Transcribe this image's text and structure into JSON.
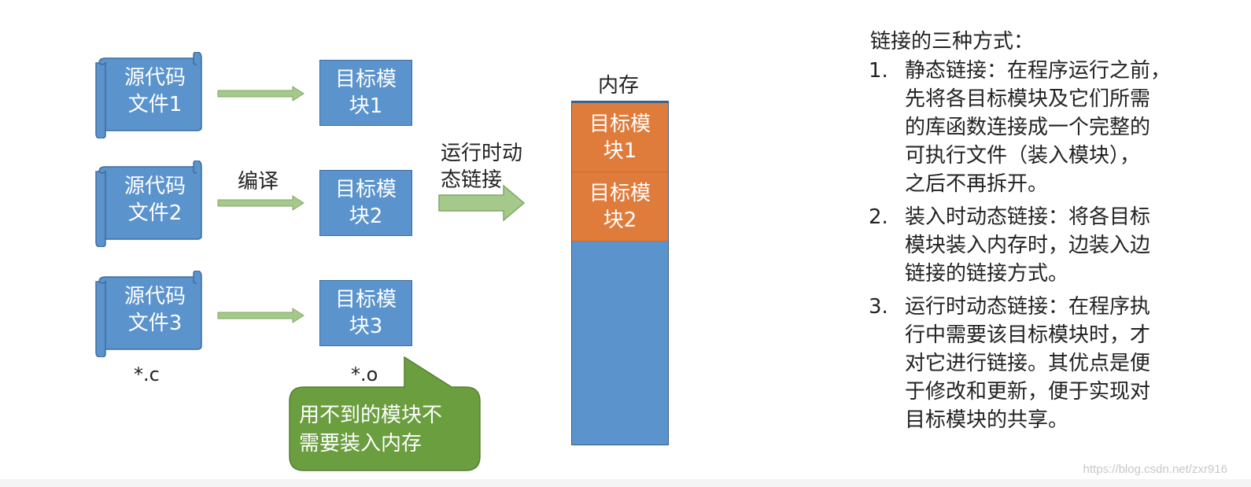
{
  "source_files": [
    {
      "line1": "源代码",
      "line2": "文件1"
    },
    {
      "line1": "源代码",
      "line2": "文件2"
    },
    {
      "line1": "源代码",
      "line2": "文件3"
    }
  ],
  "object_modules": [
    {
      "line1": "目标模",
      "line2": "块1"
    },
    {
      "line1": "目标模",
      "line2": "块2"
    },
    {
      "line1": "目标模",
      "line2": "块3"
    }
  ],
  "compile_label": "编译",
  "source_ext": "*.c",
  "object_ext": "*.o",
  "runtime_label": {
    "line1": "运行时动",
    "line2": "态链接"
  },
  "memory": {
    "title": "内存",
    "segments": [
      {
        "line1": "目标模",
        "line2": "块1"
      },
      {
        "line1": "目标模",
        "line2": "块2"
      }
    ]
  },
  "callout": {
    "line1": "用不到的模块不",
    "line2": "需要装入内存"
  },
  "explanation": {
    "title": "链接的三种方式：",
    "items": [
      {
        "num": "1.",
        "lines": [
          "静态链接：在程序运行之前，",
          "先将各目标模块及它们所需",
          "的库函数连接成一个完整的",
          "可执行文件（装入模块），",
          "之后不再拆开。"
        ]
      },
      {
        "num": "2.",
        "lines": [
          "装入时动态链接：将各目标",
          "模块装入内存时，边装入边",
          "链接的链接方式。"
        ]
      },
      {
        "num": "3.",
        "lines": [
          "运行时动态链接：在程序执",
          "行中需要该目标模块时，才",
          "对它进行链接。其优点是便",
          "于修改和更新，便于实现对",
          "目标模块的共享。"
        ]
      }
    ]
  },
  "watermark": "https://blog.csdn.net/zxr916",
  "colors": {
    "module_blue": "#5b93cc",
    "memory_orange": "#e07c3b",
    "arrow_green": "#a5c98a",
    "callout_green": "#6a9e3f"
  }
}
